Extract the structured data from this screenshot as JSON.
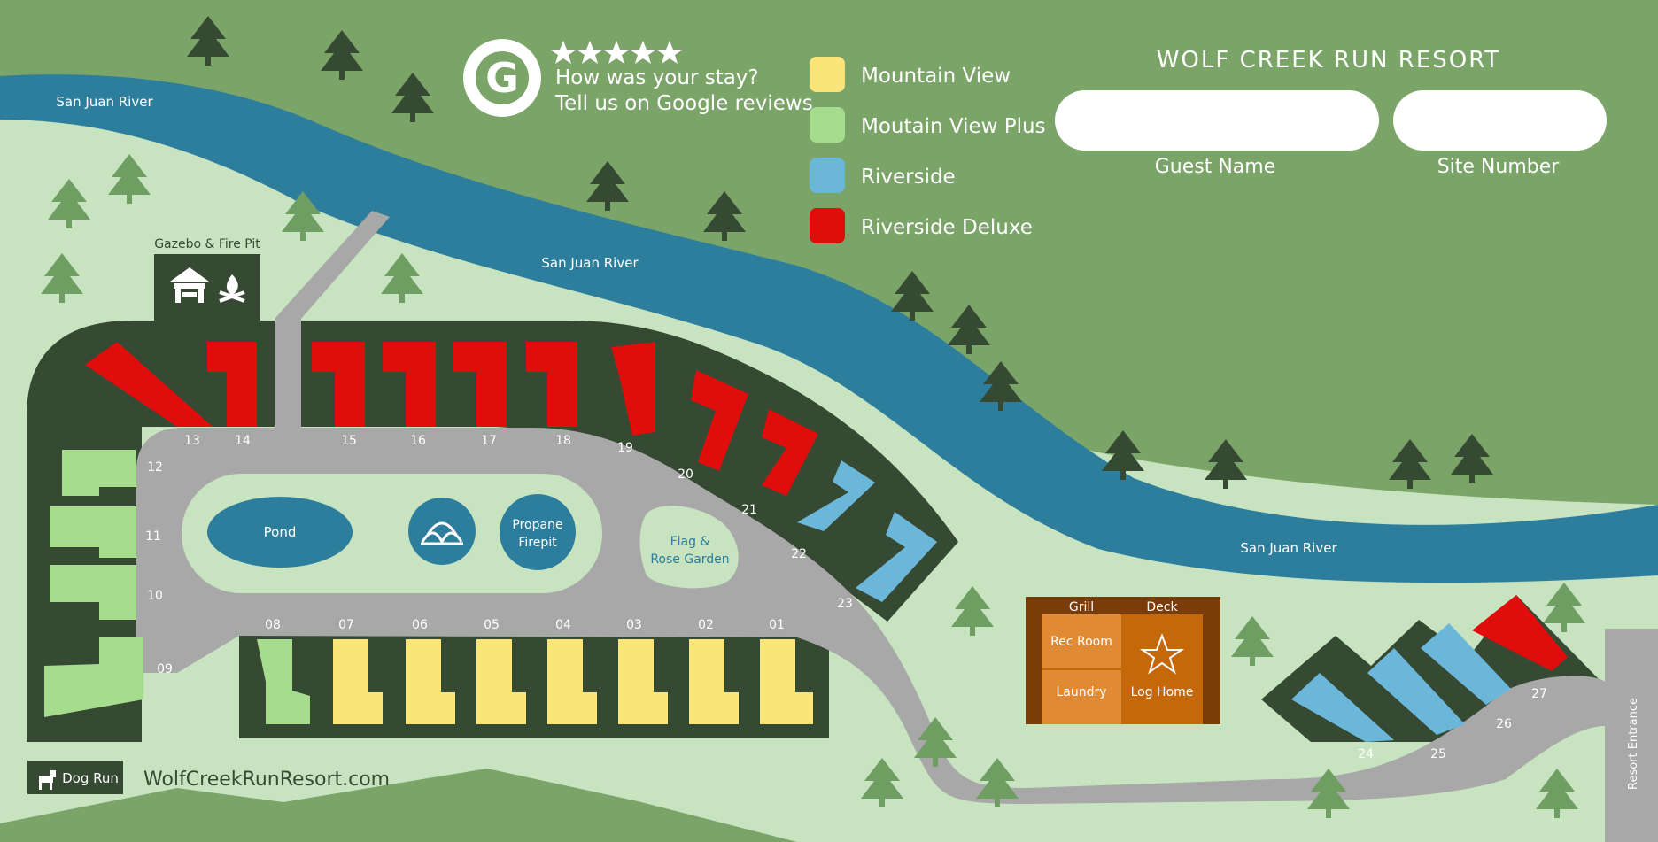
{
  "resort": {
    "title": "WOLF CREEK RUN RESORT",
    "website": "WolfCreekRunResort.com"
  },
  "review": {
    "logo_letter": "G",
    "stars": 5,
    "line1": "How was your stay?",
    "line2": "Tell us on Google reviews."
  },
  "legend": [
    {
      "label": "Mountain View",
      "color": "#fbe57a"
    },
    {
      "label": "Moutain View Plus",
      "color": "#a6dc8e"
    },
    {
      "label": "Riverside",
      "color": "#6bb7d9"
    },
    {
      "label": "Riverside Deluxe",
      "color": "#e00d0d"
    }
  ],
  "form": {
    "guest_name_label": "Guest Name",
    "site_number_label": "Site Number",
    "guest_name_value": "",
    "site_number_value": ""
  },
  "river_labels": [
    "San Juan River",
    "San Juan River",
    "San Juan River"
  ],
  "amenities": {
    "gazebo": "Gazebo & Fire Pit",
    "pond": "Pond",
    "propane_line1": "Propane",
    "propane_line2": "Firepit",
    "flag_line1": "Flag &",
    "flag_line2": "Rose Garden",
    "grill": "Grill",
    "deck": "Deck",
    "rec_room": "Rec Room",
    "laundry": "Laundry",
    "log_home": "Log Home",
    "dog_run": "Dog Run",
    "entrance": "Resort Entrance"
  },
  "site_numbers": [
    "13",
    "14",
    "15",
    "16",
    "17",
    "18",
    "19",
    "20",
    "21",
    "22",
    "23",
    "12",
    "11",
    "10",
    "09",
    "08",
    "07",
    "06",
    "05",
    "04",
    "03",
    "02",
    "01",
    "24",
    "25",
    "26",
    "27"
  ],
  "colors": {
    "forest": "#7ba468",
    "meadow": "#c7e3c0",
    "river": "#2d7e9c",
    "road": "#a8a8a8",
    "dark": "#364a33",
    "tree": "#364a33",
    "tree_light": "#6e9e62",
    "brown": "#7a3c09",
    "orange_dark": "#c5680a",
    "orange_light": "#e08b33"
  }
}
